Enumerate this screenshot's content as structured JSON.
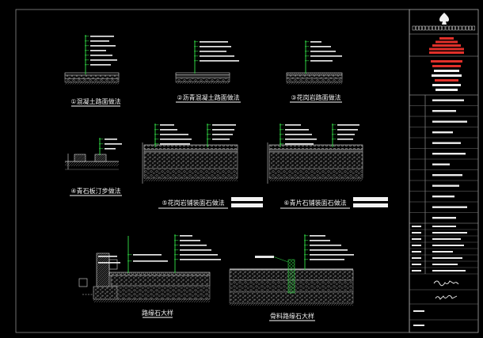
{
  "sheet": {
    "background": "#000000",
    "leader_color": "#2ecc40",
    "accent_color": "#e0302a",
    "details": [
      {
        "label": "①混凝土路面做法"
      },
      {
        "label": "②沥青混凝土路面做法"
      },
      {
        "label": "③花岗岩路面做法"
      },
      {
        "label": "④青石板汀步做法"
      },
      {
        "label": "⑤花岗岩铺装面石做法"
      },
      {
        "label": "⑥青片石铺装面石做法"
      },
      {
        "label": "路缘石大样"
      },
      {
        "label": "骨料路缘石大样"
      }
    ]
  }
}
